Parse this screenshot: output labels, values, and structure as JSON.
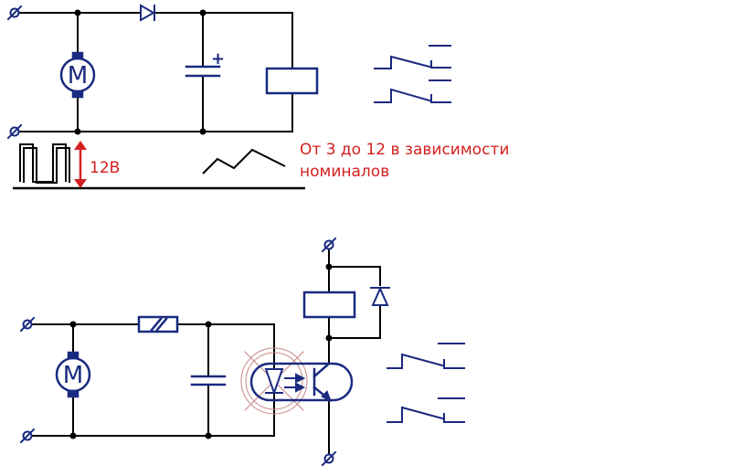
{
  "labels": {
    "voltage": "12В",
    "note_line1": "От 3 до 12 в зависимости",
    "note_line2": "номиналов",
    "motor_top": "M",
    "motor_bottom": "M",
    "cap_polarity": "+"
  },
  "colors": {
    "wire": "#000000",
    "component": "#1a2a80",
    "annotation": "#d42020",
    "optocoupler_ring": "#c98585"
  },
  "icons": {
    "motor": "motor-symbol",
    "diode": "diode-symbol",
    "capacitor": "capacitor-symbol",
    "relay_coil": "relay-coil-symbol",
    "contact": "switch-contact-symbol",
    "resistor": "resistor-symbol",
    "optocoupler": "optocoupler-symbol",
    "terminal": "terminal-symbol"
  }
}
